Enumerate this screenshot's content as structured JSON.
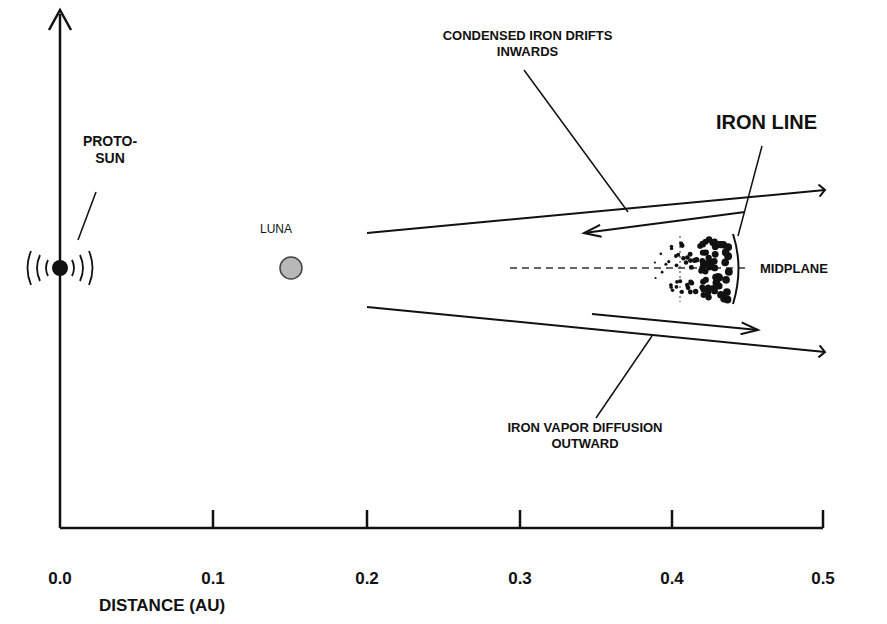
{
  "diagram": {
    "labels": [
      "PROTO- SUN",
      "LUNA",
      "CONDENSED IRON DRIFTS INWARDS",
      "IRON LINE",
      "MIDPLANE",
      "IRON VAPOR DIFFUSION OUTWARD",
      "0.0",
      "0.1",
      "0.2",
      "0.3",
      "0.4",
      "0.5",
      "DISTANCE (AU)"
    ]
  }
}
